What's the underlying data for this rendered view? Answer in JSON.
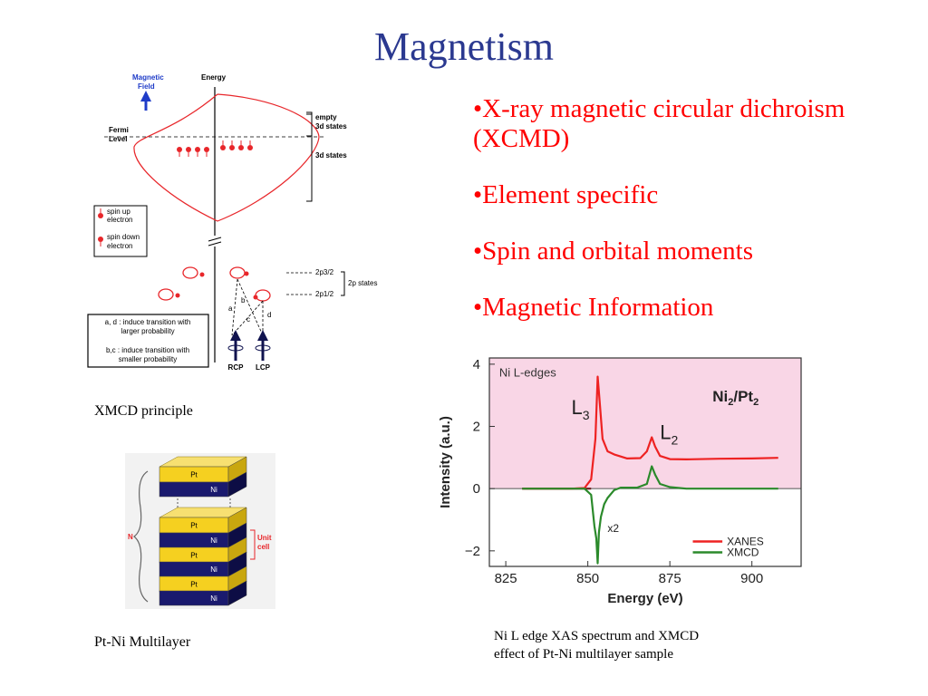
{
  "title": "Magnetism",
  "bullets": [
    "•X-ray magnetic circular dichroism (XCMD)",
    "•Element specific",
    "•Spin and orbital moments",
    "•Magnetic Information"
  ],
  "captions": {
    "principle": "XMCD principle",
    "multilayer": "Pt-Ni Multilayer",
    "spectrum_line1": "Ni L edge XAS spectrum and  XMCD",
    "spectrum_line2": "effect of Pt-Ni multilayer sample"
  },
  "principle_diagram": {
    "magnetic_field_1": "Magnetic",
    "magnetic_field_2": "Field",
    "energy": "Energy",
    "fermi_1": "Fermi",
    "fermi_2": "Level",
    "empty_1": "empty",
    "empty_2": "3d states",
    "d_states": "3d states",
    "spin_up_1": "spin up",
    "spin_up_2": "electron",
    "spin_down_1": "spin down",
    "spin_down_2": "electron",
    "level_2p32": "2p3/2",
    "level_2p12": "2p1/2",
    "p_states": "2p states",
    "a": "a",
    "b": "b",
    "c": "c",
    "d": "d",
    "rcp": "RCP",
    "lcp": "LCP",
    "note_ad_1": "a, d : induce transition with",
    "note_ad_2": "larger probability",
    "note_bc_1": "b,c : induce transition with",
    "note_bc_2": "smaller probability"
  },
  "multilayer": {
    "layers": [
      "Pt",
      "Ni",
      "Pt",
      "Ni",
      "Pt",
      "Ni",
      "Pt",
      "Ni"
    ],
    "n_label": "N",
    "unit_cell_1": "Unit",
    "unit_cell_2": "cell",
    "colors": {
      "pt": "#f5d020",
      "ni": "#1a1a6e",
      "unit_cell": "#e8262a"
    }
  },
  "chart_data": {
    "type": "line",
    "annotation": "Ni L-edges",
    "sample_label": "Ni",
    "sample_sub1": "2",
    "sample_mid": "/Pt",
    "sample_sub2": "2",
    "l3": "L",
    "l3_sub": "3",
    "l2": "L",
    "l2_sub": "2",
    "x2_label": "x2",
    "ylabel": "Intensity (a.u.)",
    "xlabel": "Energy (eV)",
    "xlim": [
      820,
      915
    ],
    "ylim": [
      -2.5,
      4.2
    ],
    "xticks": [
      "825",
      "850",
      "875",
      "900"
    ],
    "yticks": [
      "4",
      "2",
      "0",
      "−2"
    ],
    "series": [
      {
        "name": "XANES",
        "color": "#ee2222",
        "points": [
          [
            830,
            0
          ],
          [
            845,
            0
          ],
          [
            849,
            0.02
          ],
          [
            851,
            0.3
          ],
          [
            852.3,
            1.6
          ],
          [
            853,
            3.6
          ],
          [
            853.6,
            2.8
          ],
          [
            854.5,
            1.6
          ],
          [
            856,
            1.2
          ],
          [
            858,
            1.1
          ],
          [
            862,
            0.97
          ],
          [
            866,
            0.98
          ],
          [
            868,
            1.2
          ],
          [
            869.5,
            1.65
          ],
          [
            870.5,
            1.35
          ],
          [
            872,
            1.05
          ],
          [
            875,
            0.95
          ],
          [
            880,
            0.94
          ],
          [
            890,
            0.96
          ],
          [
            900,
            0.97
          ],
          [
            908,
            0.99
          ]
        ]
      },
      {
        "name": "XMCD",
        "color": "#2b8a2b",
        "points": [
          [
            830,
            0
          ],
          [
            849,
            0
          ],
          [
            851,
            -0.2
          ],
          [
            852,
            -1.2
          ],
          [
            852.6,
            -1.6
          ],
          [
            853,
            -2.4
          ],
          [
            853.4,
            -1.4
          ],
          [
            854,
            -0.9
          ],
          [
            855,
            -0.5
          ],
          [
            856,
            -0.3
          ],
          [
            858,
            -0.05
          ],
          [
            860,
            0.03
          ],
          [
            865,
            0.03
          ],
          [
            868,
            0.15
          ],
          [
            869.5,
            0.72
          ],
          [
            870.5,
            0.45
          ],
          [
            872,
            0.15
          ],
          [
            875,
            0.05
          ],
          [
            880,
            0
          ],
          [
            908,
            0
          ]
        ]
      }
    ],
    "background_positive": "#f9d6e6",
    "background_negative": "#ffffff"
  }
}
